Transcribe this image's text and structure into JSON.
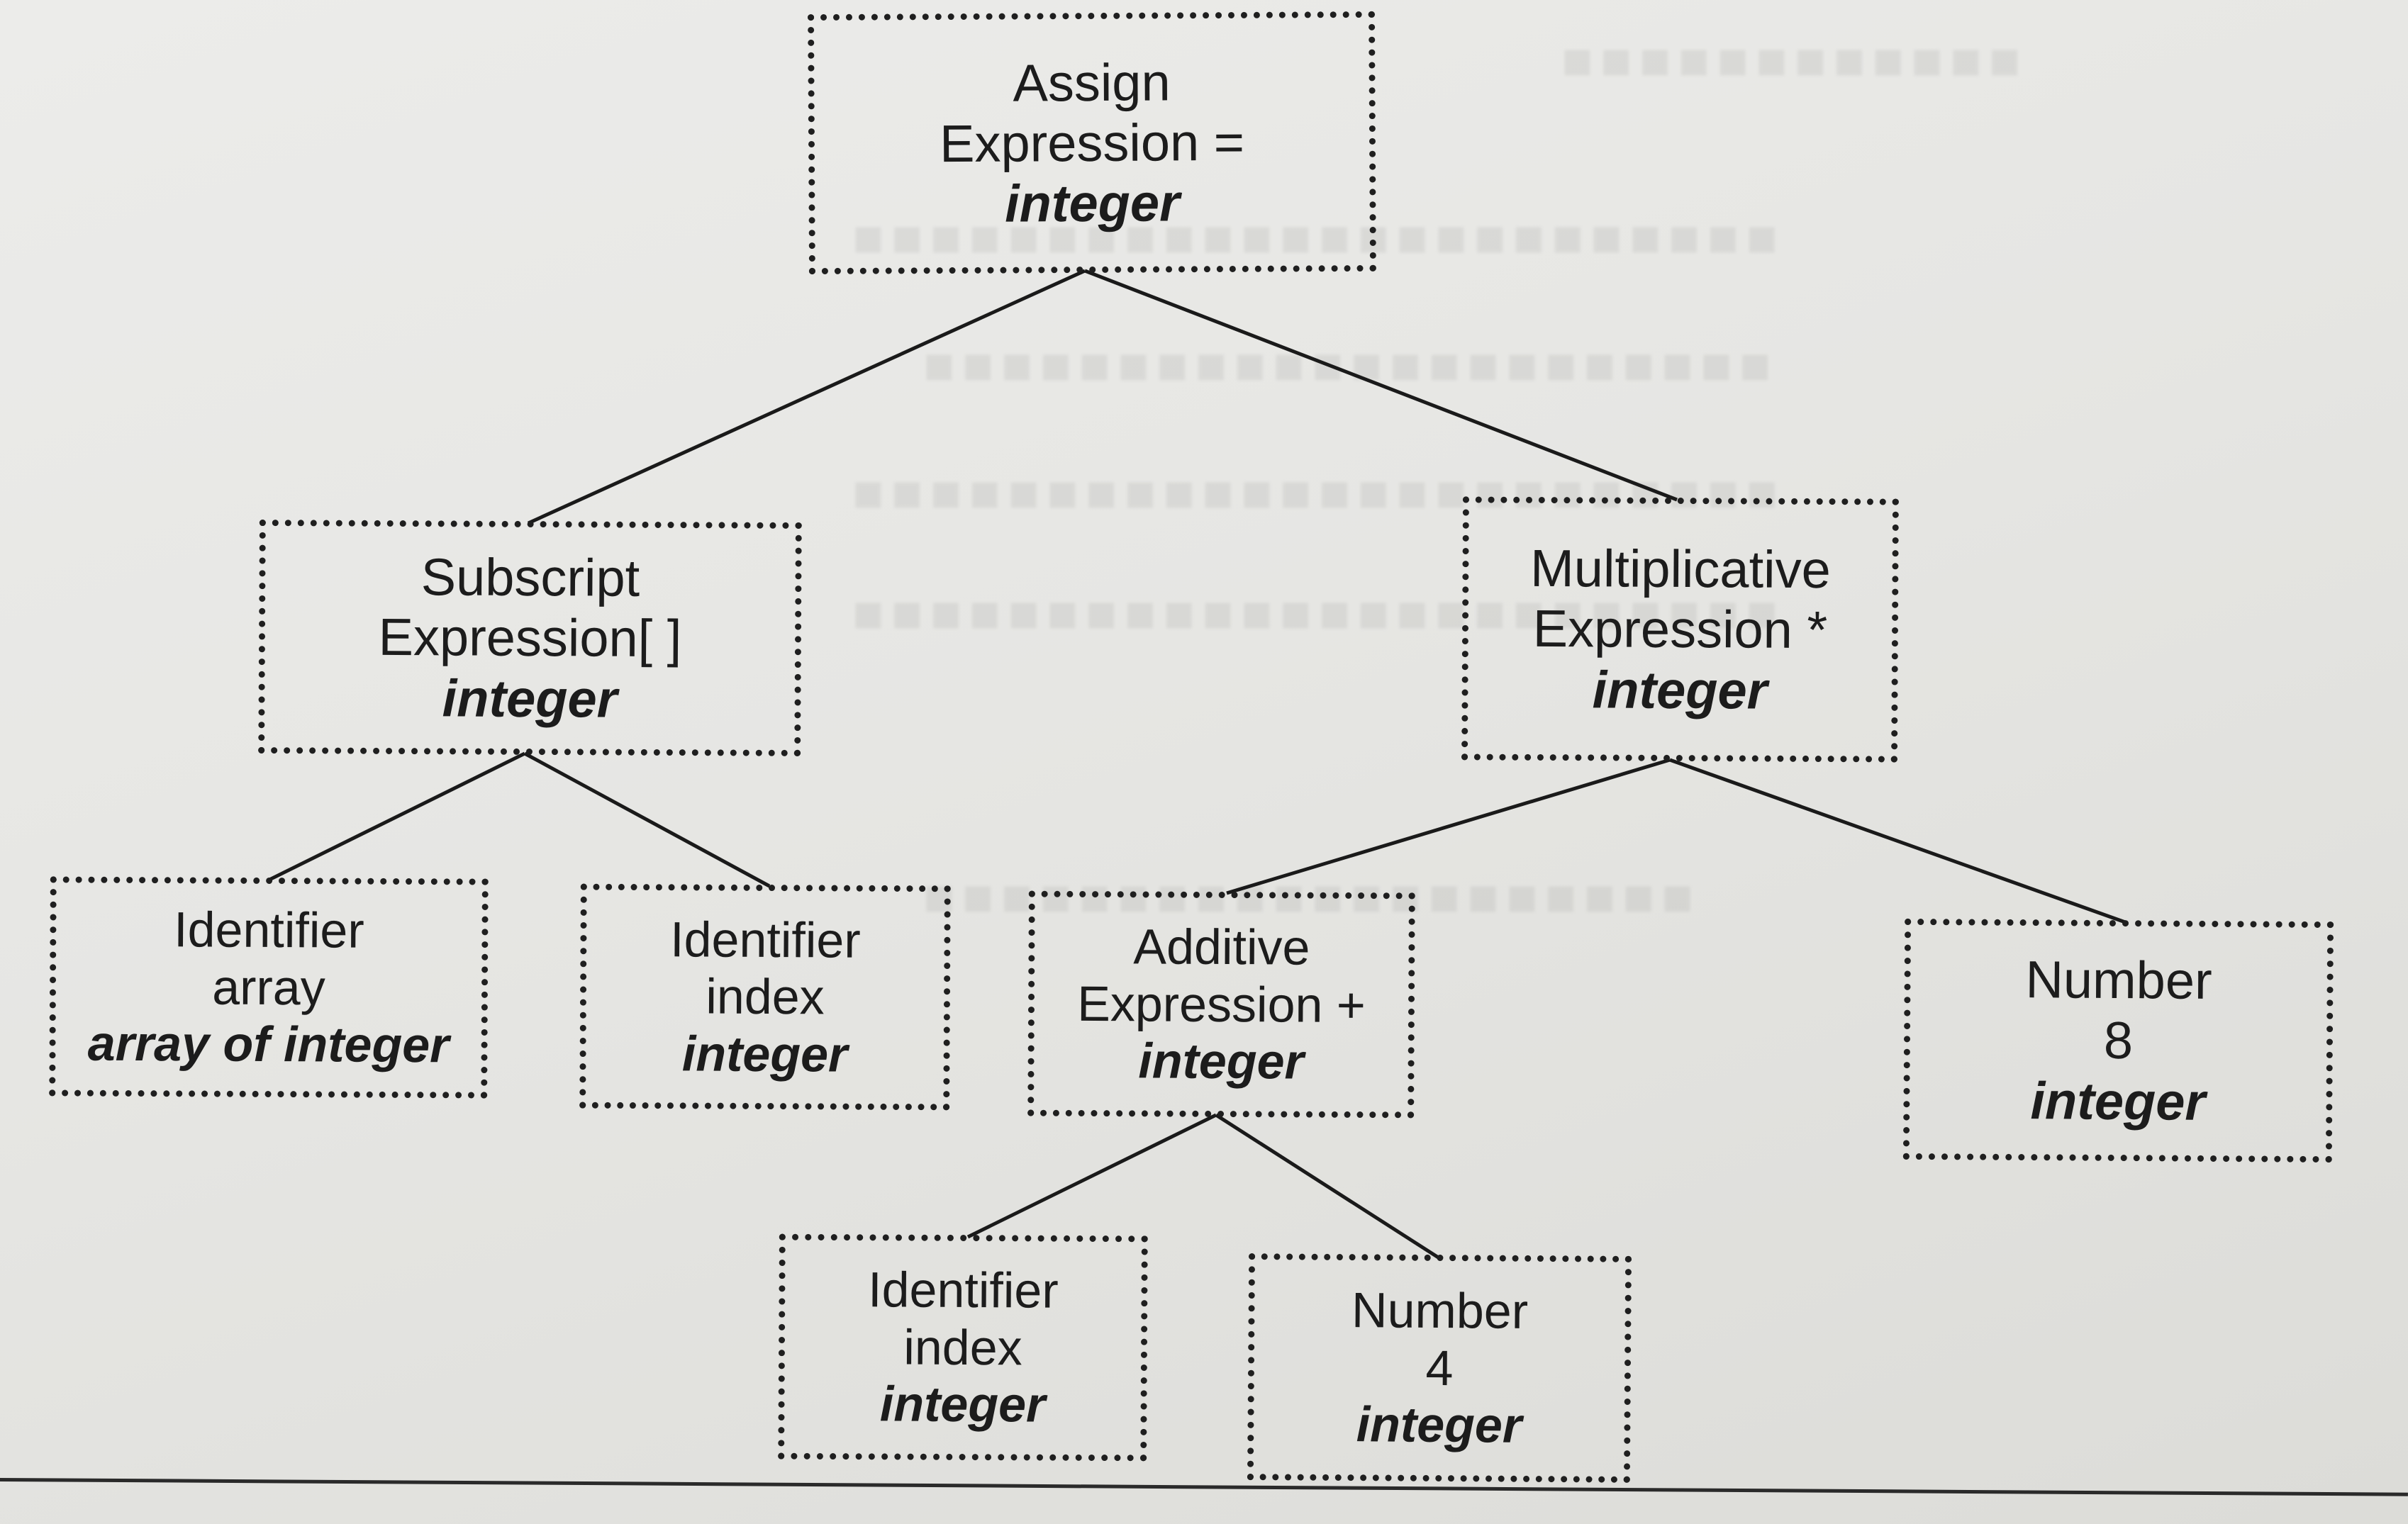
{
  "diagram": {
    "nodes": {
      "assign": {
        "lines": [
          "Assign",
          "Expression ="
        ],
        "type": "integer"
      },
      "subscript": {
        "lines": [
          "Subscript",
          "Expression[ ]"
        ],
        "type": "integer"
      },
      "multiplicative": {
        "lines": [
          "Multiplicative",
          "Expression *"
        ],
        "type": "integer"
      },
      "identifier_array": {
        "lines": [
          "Identifier",
          "array"
        ],
        "type": "array of integer"
      },
      "identifier_index_1": {
        "lines": [
          "Identifier",
          "index"
        ],
        "type": "integer"
      },
      "additive": {
        "lines": [
          "Additive",
          "Expression +"
        ],
        "type": "integer"
      },
      "number_8": {
        "lines": [
          "Number",
          "8"
        ],
        "type": "integer"
      },
      "identifier_index_2": {
        "lines": [
          "Identifier",
          "index"
        ],
        "type": "integer"
      },
      "number_4": {
        "lines": [
          "Number",
          "4"
        ],
        "type": "integer"
      }
    },
    "edges": [
      [
        "assign",
        "subscript"
      ],
      [
        "assign",
        "multiplicative"
      ],
      [
        "subscript",
        "identifier_array"
      ],
      [
        "subscript",
        "identifier_index_1"
      ],
      [
        "multiplicative",
        "additive"
      ],
      [
        "multiplicative",
        "number_8"
      ],
      [
        "additive",
        "identifier_index_2"
      ],
      [
        "additive",
        "number_4"
      ]
    ]
  }
}
